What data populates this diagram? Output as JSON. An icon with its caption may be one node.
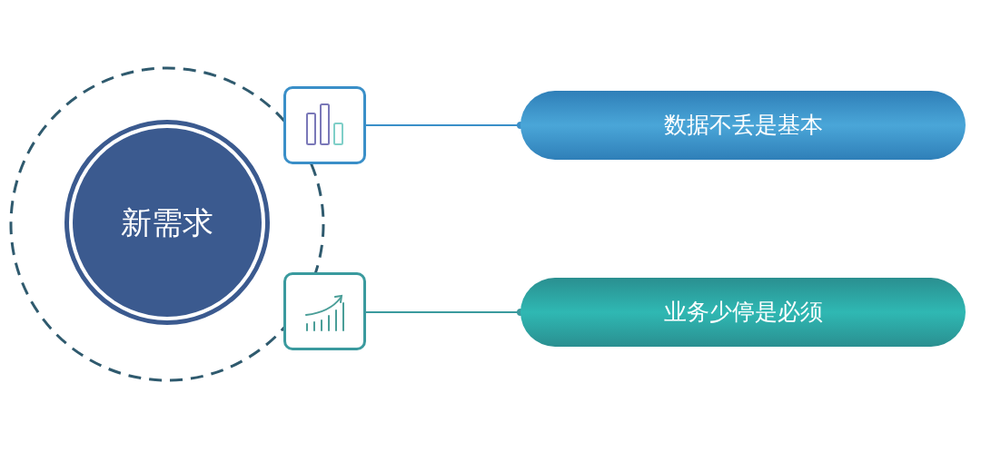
{
  "diagram": {
    "nodes": [
      {
        "text": [
          "新需求"
        ]
      },
      {
        "text": [],
        "shape": "box"
      },
      {
        "text": [
          "数据不丢是基本"
        ]
      },
      {
        "text": [],
        "shape": "box"
      },
      {
        "text": [
          "业务少停是必须"
        ]
      }
    ],
    "edges": [
      {
        "from": 1,
        "to": 2,
        "arrow": "other",
        "color": "#3a8fc8"
      },
      {
        "from": 3,
        "to": 4,
        "arrow": "other",
        "color": "#3a9a9e"
      }
    ]
  }
}
